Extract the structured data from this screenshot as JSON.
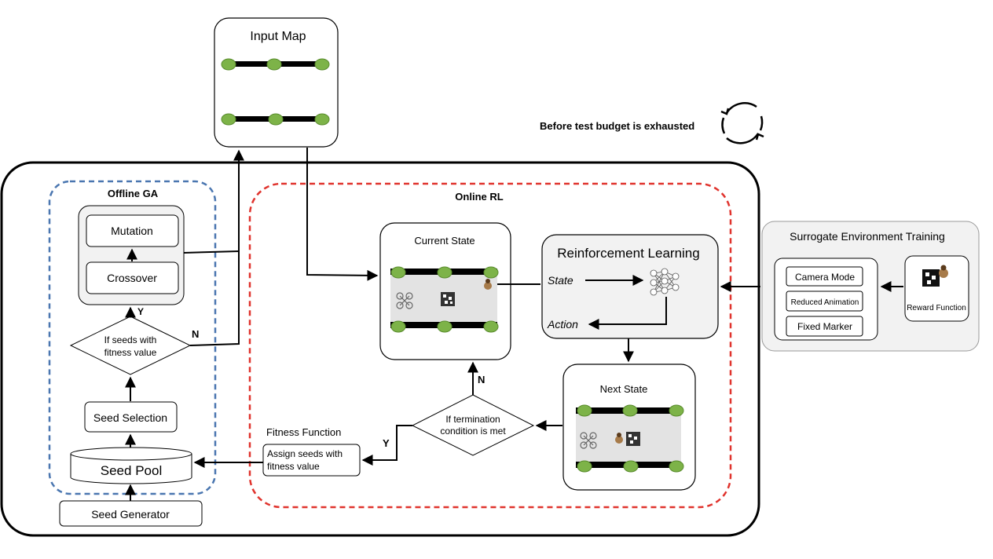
{
  "input_map": {
    "title": "Input Map"
  },
  "loop_note": {
    "label": "Before test budget is exhausted",
    "icon": "refresh-cycle-icon"
  },
  "offline_ga": {
    "title": "Offline GA",
    "mutation": "Mutation",
    "crossover": "Crossover",
    "decision_line1": "If seeds with",
    "decision_line2": "fitness value",
    "yes_label": "Y",
    "no_label": "N",
    "seed_selection": "Seed Selection",
    "seed_pool": "Seed Pool"
  },
  "seed_generator": "Seed Generator",
  "online_rl": {
    "title": "Online RL",
    "current_state": "Current State",
    "reinforcement_learning": "Reinforcement Learning",
    "state_label": "State",
    "action_label": "Action",
    "next_state": "Next State",
    "termination_line1": "If termination",
    "termination_line2": "condition is met",
    "no_label": "N",
    "yes_label": "Y",
    "fitness_function": "Fitness Function",
    "assign_line1": "Assign seeds with",
    "assign_line2": "fitness value"
  },
  "surrogate": {
    "title": "Surrogate Environment Training",
    "camera_mode": "Camera Mode",
    "reduced_animation": "Reduced Animation",
    "fixed_marker": "Fixed Marker",
    "reward_function": "Reward Function"
  },
  "colors": {
    "offline_border": "#4a76b0",
    "online_border": "#e0332d",
    "marker_green": "#7db348",
    "box_fill": "#f2f2f2"
  }
}
